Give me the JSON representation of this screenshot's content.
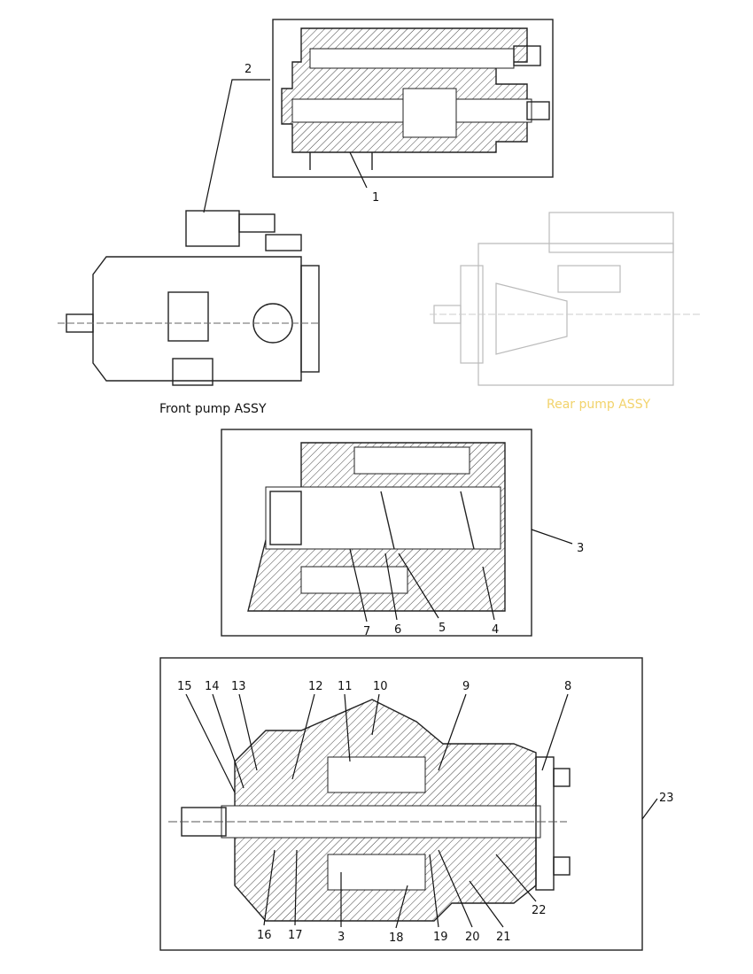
{
  "captions": {
    "front": "Front pump ASSY",
    "rear": "Rear pump ASSY",
    "rear_color": "#f2d36b"
  },
  "callouts": {
    "top": [
      "1",
      "2"
    ],
    "middle": [
      "3",
      "4",
      "5",
      "6",
      "7"
    ],
    "bottom": [
      "15",
      "14",
      "13",
      "12",
      "11",
      "10",
      "9",
      "8",
      "23",
      "16",
      "17",
      "3",
      "18",
      "19",
      "20",
      "21",
      "22"
    ]
  }
}
